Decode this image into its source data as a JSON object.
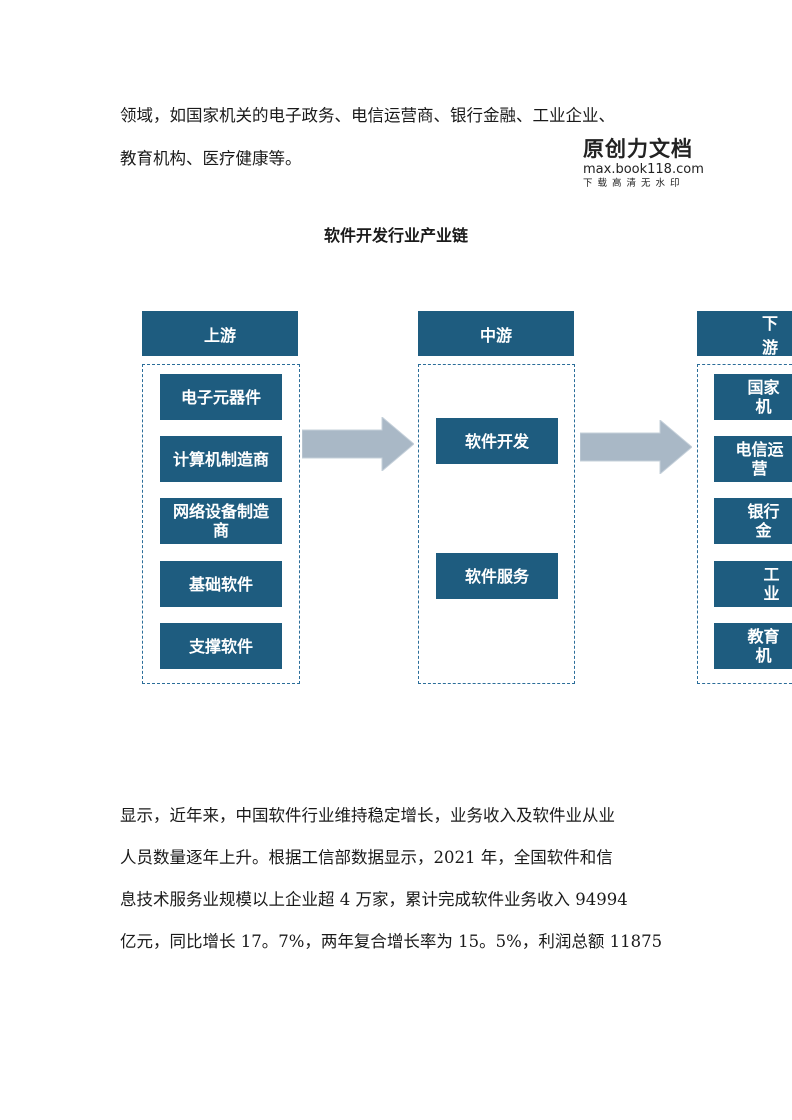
{
  "top_paragraph": {
    "line1": "领域，如国家机关的电子政务、电信运营商、银行金融、工业企业、",
    "line2": "教育机构、医疗健康等。"
  },
  "watermark": {
    "title": "原创力文档",
    "url": "max.book118.com",
    "subtitle": "下载高清无水印"
  },
  "chain": {
    "title": "软件开发行业产业链",
    "upstream": {
      "header": "上游",
      "items": [
        "电子元器件",
        "计算机制造商",
        "网络设备制造商",
        "基础软件",
        "支撑软件"
      ]
    },
    "midstream": {
      "header": "中游",
      "items": [
        "软件开发",
        "软件服务"
      ]
    },
    "downstream": {
      "header": "下游",
      "items": [
        "国家机",
        "电信运营",
        "银行金",
        "工业",
        "教育机"
      ]
    },
    "arrow_color": "#a9b8c6",
    "box_color": "#1e5c7f"
  },
  "bottom_paragraph": {
    "line1": "显示，近年来，中国软件行业维持稳定增长，业务收入及软件业从业",
    "line2": "人员数量逐年上升。根据工信部数据显示，2021 年，全国软件和信",
    "line3": "息技术服务业规模以上企业超 4 万家，累计完成软件业务收入 94994",
    "line4": "亿元，同比增长 17。7%，两年复合增长率为 15。5%，利润总额 11875"
  }
}
